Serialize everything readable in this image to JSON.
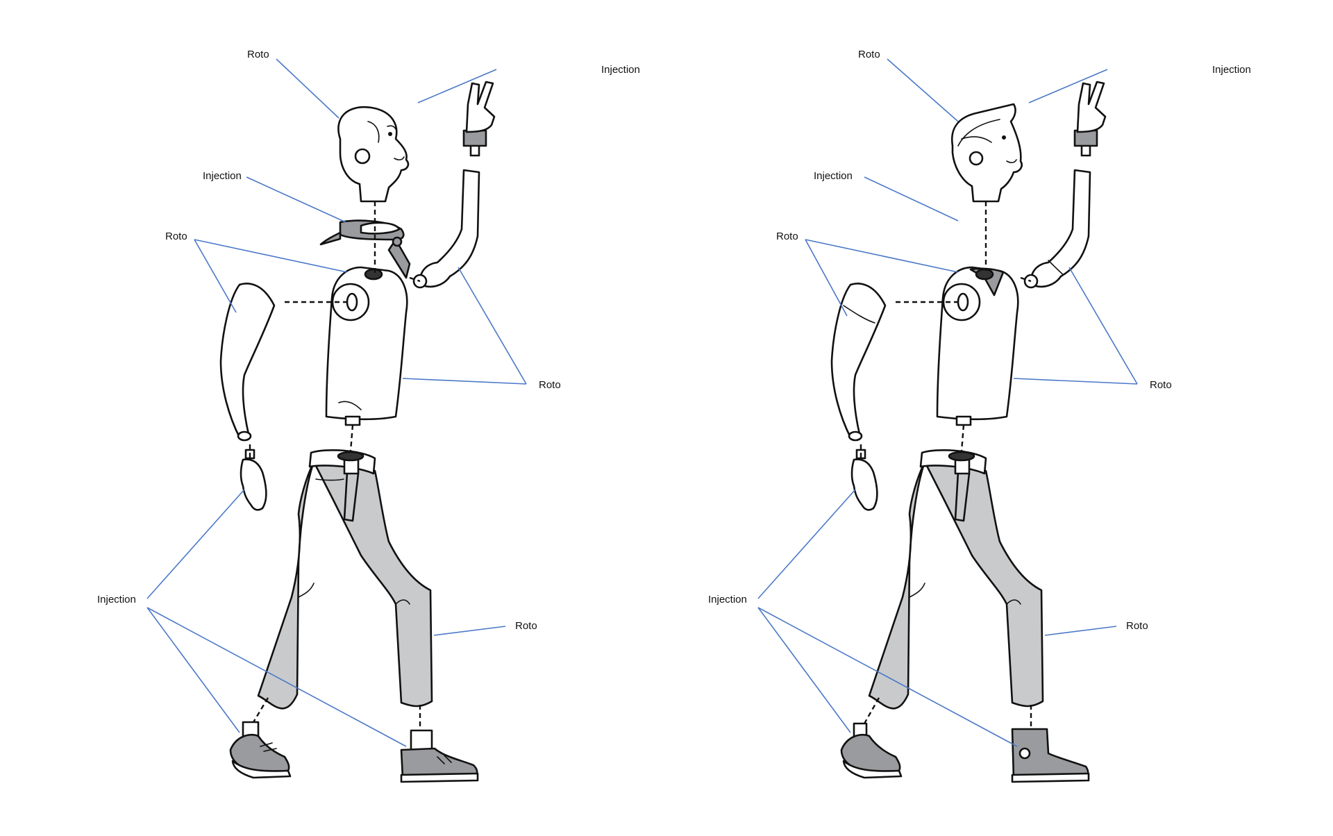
{
  "colors": {
    "leader": "#4a78c8",
    "outline": "#111111",
    "fill": "#ffffff",
    "shade": "#c9cacc",
    "shoe": "#9a9b9e",
    "text": "#111111"
  },
  "figures": [
    {
      "labels": {
        "head": "Roto",
        "hand_right": "Injection",
        "scarf": "Injection",
        "arms_left": "Roto",
        "torso_arm_right": "Roto",
        "hand_shoes": "Injection",
        "legs": "Roto"
      }
    },
    {
      "labels": {
        "head": "Roto",
        "hand_right": "Injection",
        "scarf": "Injection",
        "arms_left": "Roto",
        "torso_arm_right": "Roto",
        "hand_shoes": "Injection",
        "legs": "Roto"
      }
    }
  ]
}
